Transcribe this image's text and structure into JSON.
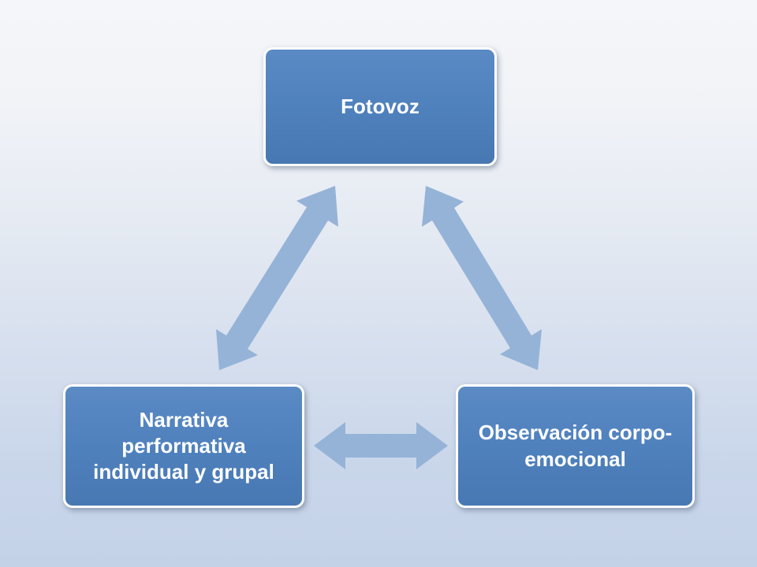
{
  "slide": {
    "type": "cycle-diagram"
  },
  "diagram": {
    "nodes": [
      {
        "id": "fotovoz",
        "label": "Fotovoz"
      },
      {
        "id": "narrativa",
        "label": "Narrativa performativa individual y grupal"
      },
      {
        "id": "observacion",
        "label": "Observación corpo-emocional"
      }
    ],
    "connections": [
      {
        "from": "fotovoz",
        "to": "narrativa",
        "bidirectional": true
      },
      {
        "from": "fotovoz",
        "to": "observacion",
        "bidirectional": true
      },
      {
        "from": "narrativa",
        "to": "observacion",
        "bidirectional": true
      }
    ],
    "colors": {
      "node_fill": "#4f81bd",
      "node_border": "#ffffff",
      "node_text": "#ffffff",
      "arrow": "#95b3d7",
      "background_top": "#f4f6f9",
      "background_bottom": "#c4d2e8"
    }
  }
}
